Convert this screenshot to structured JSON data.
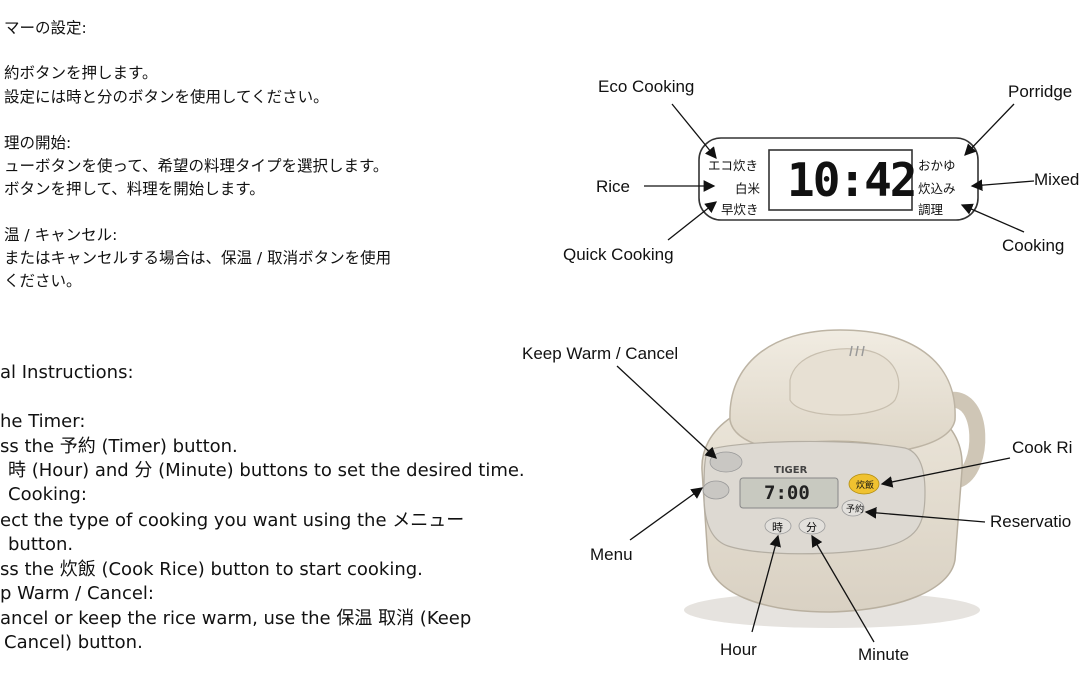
{
  "jp_instructions": [
    "マーの設定:",
    "約ボタンを押します。",
    "設定には時と分のボタンを使用してください。",
    "理の開始:",
    "ューボタンを使って、希望の料理タイプを選択します。",
    "ボタンを押して、料理を開始します。",
    "温 / キャンセル:",
    "またはキャンセルする場合は、保温 / 取消ボタンを使用",
    "ください。"
  ],
  "en_instructions": [
    "al Instructions:",
    "he Timer:",
    "ss the 予約 (Timer) button.",
    "時 (Hour) and 分 (Minute) buttons to set the desired time.",
    "Cooking:",
    "ect the type of cooking you want using the メニュー",
    "button.",
    "ss the 炊飯 (Cook Rice) button to start cooking.",
    "p Warm / Cancel:",
    "ancel or keep the rice warm, use the 保温 取消 (Keep",
    "Cancel) button."
  ],
  "panel_diagram": {
    "callouts": {
      "eco_cooking": "Eco Cooking",
      "porridge": "Porridge",
      "rice": "Rice",
      "mixed": "Mixed",
      "quick_cooking": "Quick Cooking",
      "cooking": "Cooking"
    },
    "left_labels": [
      "エコ炊き",
      "白米",
      "早炊き"
    ],
    "right_labels": [
      "おかゆ",
      "炊込み",
      "調理"
    ],
    "display_time": "10:42"
  },
  "cooker_diagram": {
    "callouts": {
      "keep_warm_cancel": "Keep Warm / Cancel",
      "cook_rice": "Cook Ri",
      "reservation": "Reservatio",
      "menu": "Menu",
      "hour": "Hour",
      "minute": "Minute"
    },
    "brand": "TIGER",
    "display_time": "7:00",
    "buttons": {
      "cook": "炊飯",
      "timer": "予約",
      "hour": "時",
      "minute": "分"
    }
  }
}
